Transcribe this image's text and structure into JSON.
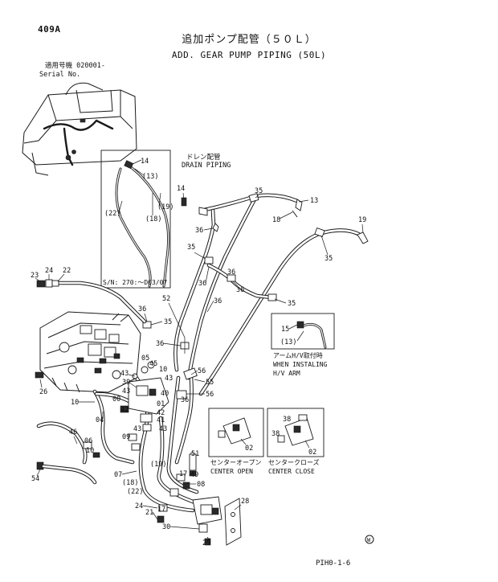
{
  "header": {
    "page_number": "409A",
    "title_jp": "追加ポンプ配管（５０Ｌ）",
    "title_en": "ADD. GEAR PUMP PIPING (50L)",
    "serial_jp": "適用号機  020001-",
    "serial_en": "Serial No."
  },
  "notes": {
    "drain_piping_jp": "ドレン配管",
    "drain_piping_en": "DRAIN PIPING",
    "inset_serial": "S/N: 270:～D03/07",
    "hv_arm_jp": "アームH/V取付時",
    "hv_arm_en1": "WHEN INSTALING",
    "hv_arm_en2": "H/V ARM",
    "center_open_jp": "センターオープン",
    "center_open_en": "CENTER OPEN",
    "center_close_jp": "センタークローズ",
    "center_close_en": "CENTER CLOSE"
  },
  "callouts": {
    "c14a": "14",
    "c13a": "(13)",
    "c22a": "(22)",
    "c18a": "(18)",
    "c19a": "(19)",
    "c14b": "14",
    "c35a": "35",
    "c13b": "13",
    "c18b": "18",
    "c19": "19",
    "c36a": "36",
    "c35b": "35",
    "c35c": "35",
    "c36b": "36",
    "c36c": "36",
    "c36d": "36",
    "c35d": "35",
    "c52": "52",
    "c36e": "36",
    "c35e": "35",
    "c36f": "36",
    "c23": "23",
    "c24": "24",
    "c22": "22",
    "c15": "15",
    "c13c": "(13)",
    "c05": "05",
    "c45": "45",
    "c10a": "10",
    "c43a": "43",
    "c43b": "43",
    "c39": "39",
    "c43c": "43",
    "c40": "40",
    "c56a": "56",
    "c55": "55",
    "c56b": "56",
    "c36g": "36",
    "c26": "26",
    "c10b": "10",
    "c00": "00",
    "c01": "01",
    "c42a": "42",
    "c42b": "42",
    "c04": "04",
    "c41": "41",
    "c43d": "43",
    "c43e": "43",
    "c09": "09",
    "c46": "46",
    "c06": "06",
    "c10c": "10",
    "c02a": "02",
    "c38": "38",
    "c02b": "02",
    "c51": "51",
    "c07": "07",
    "c19b": "(19)",
    "c49": "49",
    "c17a": "17",
    "c18c": "(18)",
    "c08": "08",
    "c54": "54",
    "c22b": "(22)",
    "c24b": "24",
    "c17b": "17",
    "c21": "21",
    "c28": "28",
    "c30": "30",
    "c29": "29"
  },
  "footer": {
    "drawing_number": "PIH0-1-6",
    "circle_mark": "W"
  }
}
